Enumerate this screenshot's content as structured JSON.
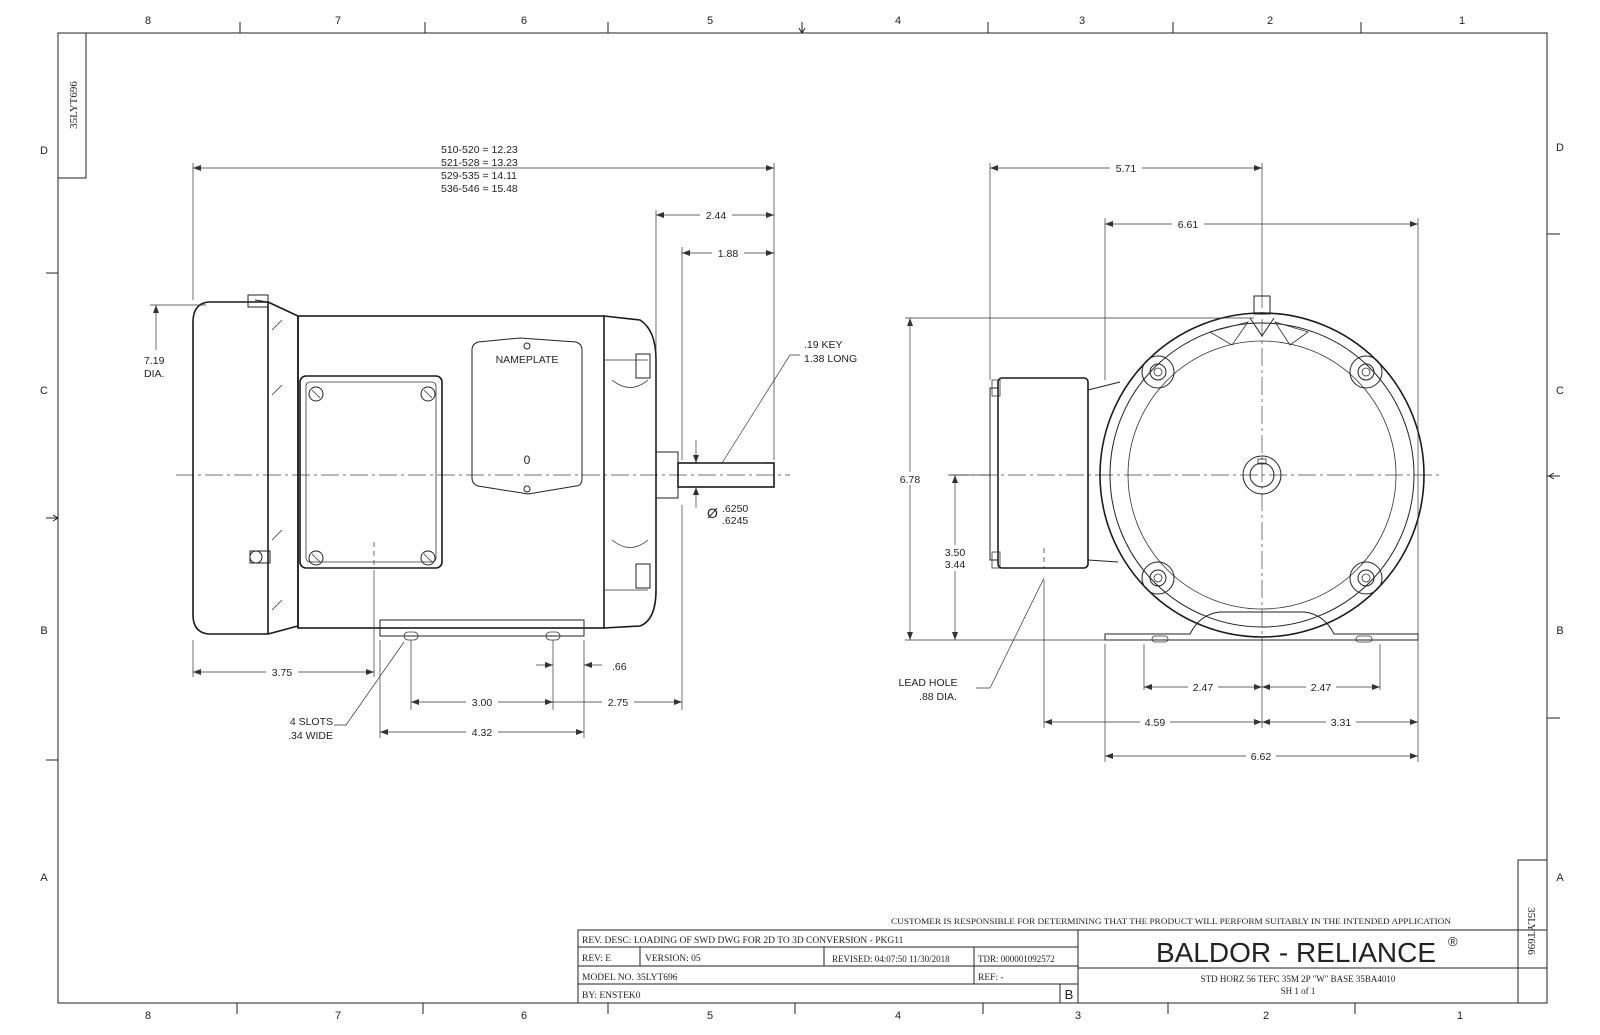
{
  "border": {
    "cols_top": [
      "8",
      "7",
      "6",
      "5",
      "4",
      "3",
      "2",
      "1"
    ],
    "cols_bottom": [
      "8",
      "7",
      "6",
      "5",
      "4",
      "3",
      "2",
      "1"
    ],
    "rows_left": [
      "D",
      "C",
      "B",
      "A"
    ],
    "rows_right": [
      "D",
      "C",
      "B",
      "A"
    ],
    "corner_tag_top": "35LYT696",
    "corner_tag_bottom": "35LYT696"
  },
  "side_view": {
    "length_table": [
      "510-520 = 12.23",
      "521-528 = 13.23",
      "529-535 = 14.11",
      "536-546 = 15.48"
    ],
    "dim_2_44": "2.44",
    "dim_1_88": "1.88",
    "dia_line1": "7.19",
    "dia_line2": "DIA.",
    "key_line1": ".19 KEY",
    "key_line2": "1.38 LONG",
    "nameplate": "NAMEPLATE",
    "nameplate_zero": "0",
    "shaft_sym": "Ø",
    "shaft_dia1": ".6250",
    "shaft_dia2": ".6245",
    "dim_3_75": "3.75",
    "dim_66": ".66",
    "dim_3_00": "3.00",
    "dim_2_75": "2.75",
    "dim_4_32": "4.32",
    "slots_line1": "4 SLOTS",
    "slots_line2": ".34 WIDE"
  },
  "end_view": {
    "dim_5_71": "5.71",
    "dim_6_61": "6.61",
    "dim_6_78": "6.78",
    "dim_3_50": "3.50",
    "dim_3_44": "3.44",
    "lead_line1": "LEAD HOLE",
    "lead_line2": ".88 DIA.",
    "dim_2_47a": "2.47",
    "dim_2_47b": "2.47",
    "dim_4_59": "4.59",
    "dim_3_31": "3.31",
    "dim_6_62": "6.62"
  },
  "title_block": {
    "disclaimer": "CUSTOMER IS RESPONSIBLE FOR DETERMINING THAT THE PRODUCT WILL PERFORM SUITABLY IN THE INTENDED APPLICATION",
    "rev_desc": "REV. DESC: LOADING OF SWD DWG FOR 2D TO 3D CONVERSION - PKG11",
    "rev": "REV:  E",
    "version": "VERSION:  05",
    "revised": "REVISED:  04:07:50 11/30/2018",
    "tdr": "TDR: 000001092572",
    "model": "MODEL NO.  35LYT696",
    "ref": "REF:  -",
    "by": "BY: ENSTEK0",
    "size": "B",
    "company": "BALDOR - RELIANCE",
    "reg": "®",
    "desc": "STD HORZ 56 TEFC 35M 2P \"W\" BASE 35BA4010",
    "sheet": "SH 1 of 1"
  }
}
